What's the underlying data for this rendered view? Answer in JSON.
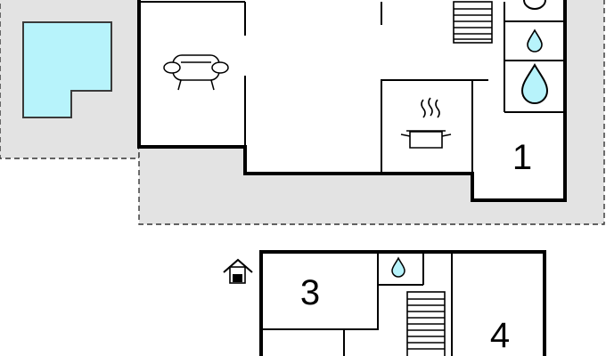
{
  "floorplan": {
    "rooms": [
      {
        "id": "room-1",
        "label": "1"
      },
      {
        "id": "room-3",
        "label": "3"
      },
      {
        "id": "room-4",
        "label": "4"
      }
    ],
    "icons": [
      "pool-icon",
      "sofa-icon",
      "stairs-icon",
      "water-drop-icon",
      "cooking-pot-icon",
      "house-entrance-icon"
    ]
  },
  "colors": {
    "terrace_fill": "#e3e3e3",
    "pool_fill": "#b7f3fb",
    "pool_stroke": "#3a3a3a",
    "wall_color": "#000000"
  }
}
